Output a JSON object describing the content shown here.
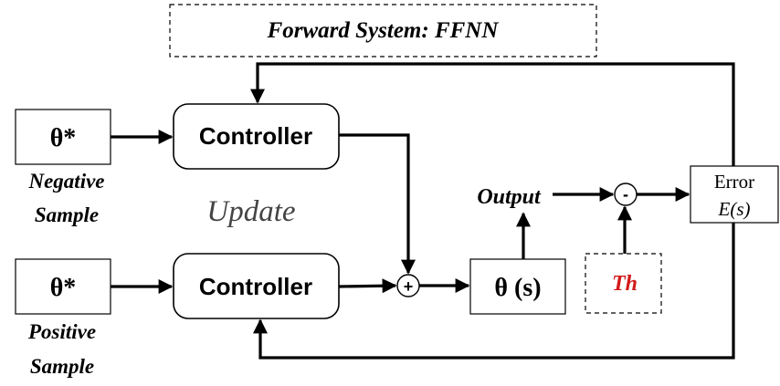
{
  "title": "Forward System: FFNN",
  "negative_block": {
    "label": "θ*",
    "caption_line1": "Negative",
    "caption_line2": "Sample"
  },
  "positive_block": {
    "label": "θ*",
    "caption_line1": "Positive",
    "caption_line2": "Sample"
  },
  "controller_top": "Controller",
  "controller_bottom": "Controller",
  "update_label": "Update",
  "sum_sign": "+",
  "plant_label": "θ (s)",
  "output_label": "Output",
  "diff_sign": "-",
  "threshold_label": "Th",
  "error_block": {
    "line1": "Error",
    "line2": "E(s)"
  },
  "colors": {
    "line": "#000000",
    "threshold": "#d21a1a",
    "update_text": "#444444",
    "background": "#ffffff"
  }
}
